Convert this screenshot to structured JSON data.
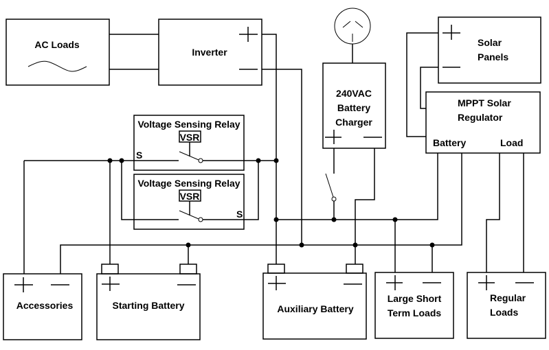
{
  "components": {
    "ac_loads": {
      "label": "AC Loads"
    },
    "inverter": {
      "label": "Inverter"
    },
    "vsr1": {
      "title": "Voltage Sensing Relay",
      "tag": "VSR",
      "sense": "S"
    },
    "vsr2": {
      "title": "Voltage Sensing Relay",
      "tag": "VSR",
      "sense": "S"
    },
    "charger": {
      "line1": "240VAC",
      "line2": "Battery",
      "line3": "Charger"
    },
    "solar_panels": {
      "line1": "Solar",
      "line2": "Panels"
    },
    "regulator": {
      "line1": "MPPT Solar",
      "line2": "Regulator",
      "battery": "Battery",
      "load": "Load"
    },
    "accessories": {
      "label": "Accessories"
    },
    "starting_battery": {
      "label": "Starting Battery"
    },
    "auxiliary_battery": {
      "label": "Auxiliary Battery"
    },
    "large_short_term_loads": {
      "line1": "Large Short",
      "line2": "Term Loads"
    },
    "regular_loads": {
      "line1": "Regular",
      "line2": "Loads"
    }
  },
  "colors": {
    "line": "#000000",
    "background": "#ffffff"
  }
}
